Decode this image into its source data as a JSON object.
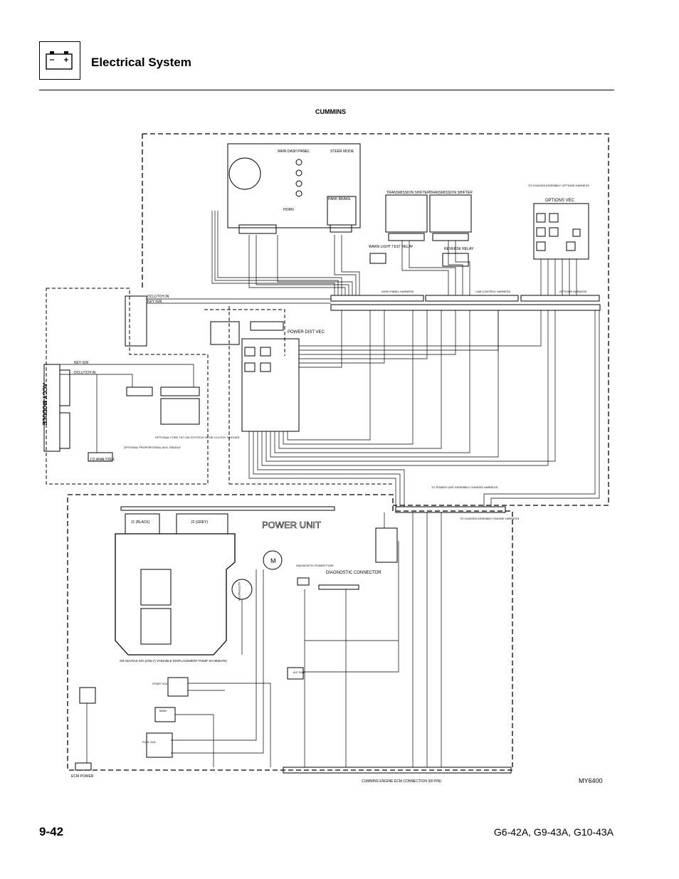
{
  "header": {
    "title": "Electrical System",
    "icon": "battery-icon"
  },
  "diagram": {
    "heading": "CUMMINS",
    "figure_id": "MY6400",
    "labels": {
      "accy_module": "ACCY MODULE",
      "power_unit": "POWER UNIT",
      "main_dash_panel": "MAIN DASH PANEL",
      "steer_mode": "STEER MODE",
      "park_brake": "PARK BRAKE",
      "horn": "HORN",
      "transmission_shifter_1": "TRANSMISSION SHIFTER",
      "transmission_shifter_2": "TRANSMISSION SHIFTER",
      "options_vec": "OPTIONS VEC",
      "power_dist_vec": "POWER DIST VEC",
      "warn_light_test_relay": "WARN LIGHT TEST RELAY",
      "reverse_relay": "REVERSE RELAY",
      "dclutch_in": "DCLUTCH IN",
      "key_ign": "KEY IGN",
      "dclutch_in_2": "DCLUTCH IN",
      "key_ign_2": "KEY IGN",
      "j1_black": "J1 (BLACK)",
      "j2_grey": "J2 (GREY)",
      "alternator": "ALTERNATOR",
      "diagnostic_connector": "DIAGNOSTIC CONNECTOR",
      "diagnostic_power_fuse": "DIAGNOSTIC POWER FUSE",
      "ecm_power": "ECM POWER",
      "ecm_connection": "CUMMINS ENGINE ECM CONNECTION (60 PIN)",
      "pump_schematic": "G9-43A/G10-43A (ONLY) VARIABLE DISPLACEMENT PUMP SCHEMATIC",
      "jd_analyzer": "J.D.ANALYZER",
      "optional_aux_paddle": "OPTIONAL PROPORTIONAL AUX. PADDLE",
      "optional_tilt": "OPTIONAL FORK TILT ON JOYSTICK W/ DE-CLUTCH TRIGGER",
      "options_harness": "TO CHASSIS ASSEMBLY OPTIONS HARNESS",
      "power_unit_assembly": "TO POWER UNIT ASSEMBLY CHASSIS HARNESS",
      "chassis_assembly_engine": "TO CHASSIS ASSEMBLY ENGINE HARNESS",
      "dash_panel_harness": "DASH PANEL HARNESS",
      "cab_control_harness": "CAB CONTROL HARNESS",
      "options_harness_2": "OPTIONS HARNESS",
      "ac_fan_relay": "A/C FAN",
      "start_sol": "START SOL",
      "main_relay": "MAIN",
      "fuel_sol": "FUEL SOL",
      "motor": "M"
    }
  },
  "footer": {
    "page_number": "9-42",
    "models": "G6-42A, G9-43A, G10-43A"
  }
}
